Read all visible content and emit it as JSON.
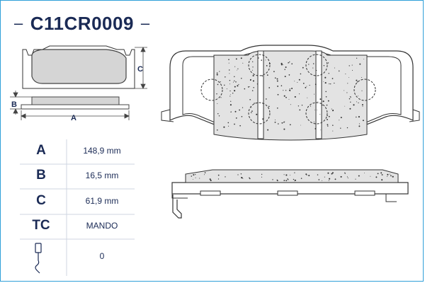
{
  "header": {
    "part_number": "C11CR0009",
    "dash_left": "–",
    "dash_right": "–"
  },
  "dimensions": {
    "labels": {
      "a": "A",
      "b": "B",
      "c": "C"
    }
  },
  "specs": [
    {
      "key": "A",
      "value": "148,9 mm"
    },
    {
      "key": "B",
      "value": "16,5 mm"
    },
    {
      "key": "C",
      "value": "61,9 mm"
    },
    {
      "key": "TC",
      "value": "MANDO"
    },
    {
      "key": "wear-sensor-icon",
      "value": "0"
    }
  ],
  "colors": {
    "accent": "#2f9fd8",
    "text": "#1a2a55",
    "pad_fill": "#d9d9d9",
    "drawing_line": "#333333"
  }
}
